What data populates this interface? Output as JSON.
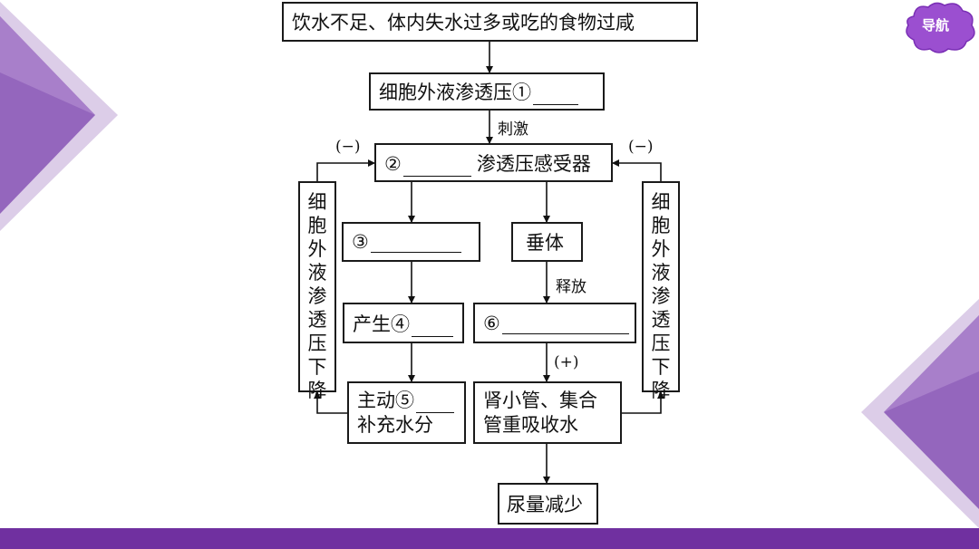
{
  "nav": {
    "label": "导航"
  },
  "colors": {
    "accent": "#7030a0",
    "light_accent": "#a478c4",
    "pale_accent": "#dccde8"
  },
  "diagram": {
    "top": "饮水不足、体内失水过多或吃的食物过咸",
    "osmotic": "细胞外液渗透压①",
    "stimulus": "刺激",
    "receptor_prefix": "②",
    "receptor_suffix": "渗透压感受器",
    "neg_left": "(−)",
    "neg_right": "(−)",
    "side_left": "细胞外液渗透压下降",
    "side_right": "细胞外液渗透压下降",
    "box3": "③",
    "pituitary": "垂体",
    "release": "释放",
    "box4": "产生④",
    "box6": "⑥",
    "plus": "(+)",
    "box5_line1": "主动⑤",
    "box5_line2": "补充水分",
    "kidney_line1": "肾小管、集合",
    "kidney_line2": "管重吸收水",
    "result": "尿量减少"
  }
}
